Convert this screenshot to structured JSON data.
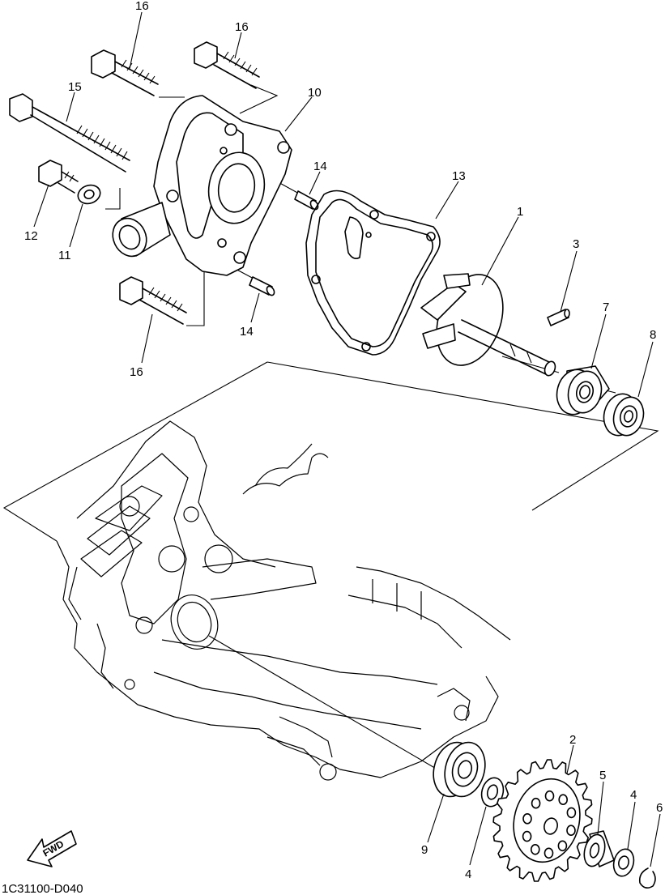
{
  "diagram": {
    "drawing_code": "1C31100-D040",
    "fwd_label": "FWD",
    "callouts": [
      {
        "id": "c16a",
        "text": "16"
      },
      {
        "id": "c16b",
        "text": "16"
      },
      {
        "id": "c10",
        "text": "10"
      },
      {
        "id": "c15",
        "text": "15"
      },
      {
        "id": "c14a",
        "text": "14"
      },
      {
        "id": "c13",
        "text": "13"
      },
      {
        "id": "c12",
        "text": "12"
      },
      {
        "id": "c11",
        "text": "11"
      },
      {
        "id": "c1",
        "text": "1"
      },
      {
        "id": "c3",
        "text": "3"
      },
      {
        "id": "c7",
        "text": "7"
      },
      {
        "id": "c8",
        "text": "8"
      },
      {
        "id": "c14b",
        "text": "14"
      },
      {
        "id": "c16c",
        "text": "16"
      },
      {
        "id": "c2",
        "text": "2"
      },
      {
        "id": "c5",
        "text": "5"
      },
      {
        "id": "c4a",
        "text": "4"
      },
      {
        "id": "c6",
        "text": "6"
      },
      {
        "id": "c9",
        "text": "9"
      },
      {
        "id": "c4b",
        "text": "4"
      }
    ]
  }
}
